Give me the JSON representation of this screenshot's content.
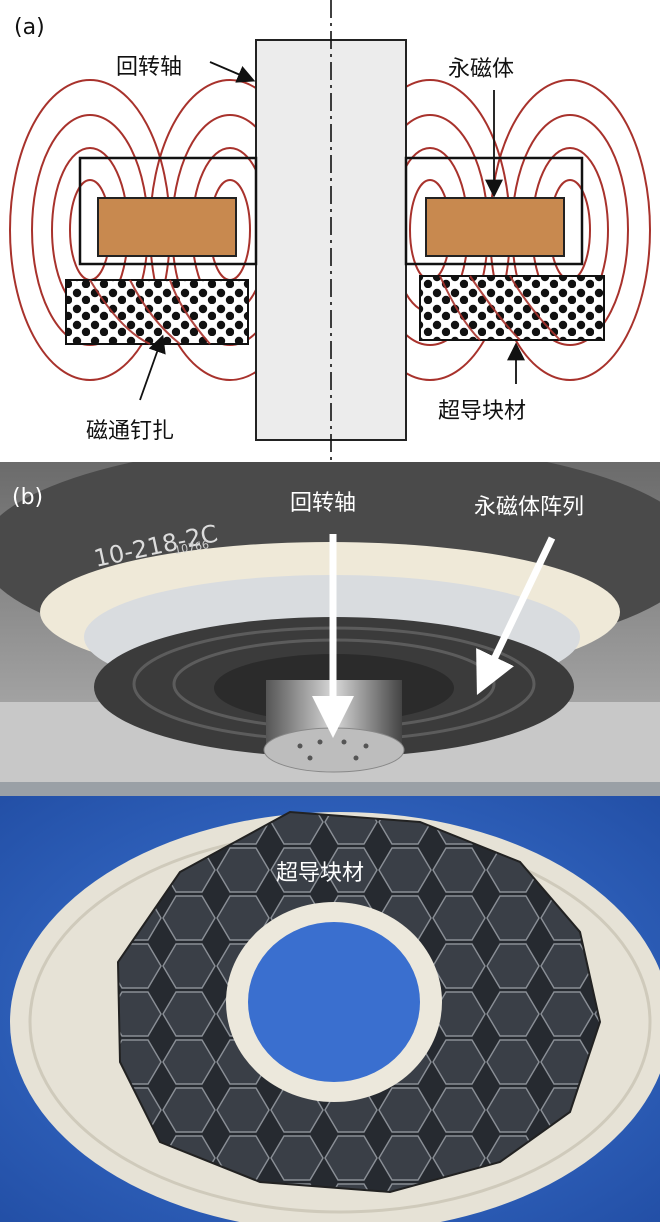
{
  "panel_a": {
    "label": "(a)",
    "labels": {
      "shaft": "回转轴",
      "magnet": "永磁体",
      "flux_pinning": "磁通钉扎",
      "bulk": "超导块材"
    }
  },
  "panel_b": {
    "label": "(b)",
    "labels": {
      "shaft": "回转轴",
      "magnet_array": "永磁体阵列",
      "bulk": "超导块材"
    },
    "rotor_markings": {
      "part_number": "10-218-2C",
      "small": "10766"
    }
  },
  "colors": {
    "field_line": "#a8322c",
    "magnet": "#c8894f",
    "shaft_fill": "#ececec",
    "arrow_white": "#ffffff",
    "mat_blue": "#2f63c9"
  }
}
